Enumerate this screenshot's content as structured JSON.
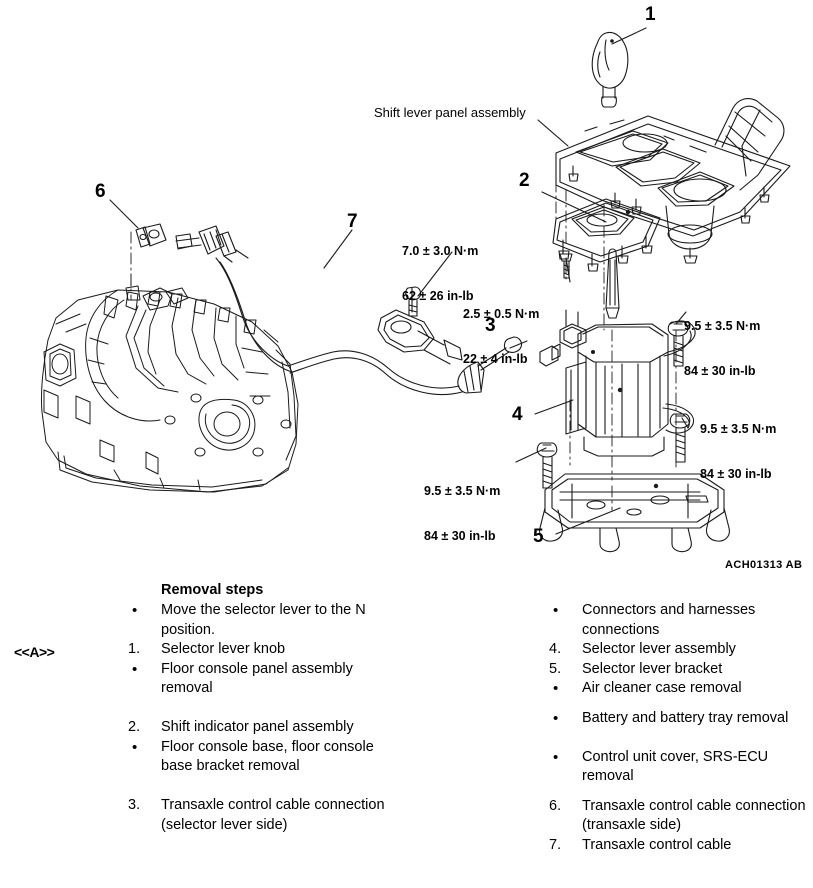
{
  "figure": {
    "drawing_id": "ACH01313 AB",
    "part_callout_label": "Shift lever panel assembly",
    "callouts": [
      {
        "id": "1",
        "label": "1"
      },
      {
        "id": "2",
        "label": "2"
      },
      {
        "id": "3",
        "label": "3"
      },
      {
        "id": "4",
        "label": "4"
      },
      {
        "id": "5",
        "label": "5"
      },
      {
        "id": "6",
        "label": "6"
      },
      {
        "id": "7",
        "label": "7"
      }
    ],
    "torque_specs": [
      {
        "id": "cable-bracket",
        "metric": "7.0 ± 3.0 N·m",
        "imperial": "62 ± 26 in-lb"
      },
      {
        "id": "shift-indicator-panel",
        "metric": "2.5 ± 0.5 N·m",
        "imperial": "22 ± 4 in-lb"
      },
      {
        "id": "lever-assembly-upper",
        "metric": "9.5 ± 3.5 N·m",
        "imperial": "84 ± 30 in-lb"
      },
      {
        "id": "lever-assembly-lower",
        "metric": "9.5 ± 3.5 N·m",
        "imperial": "84 ± 30 in-lb"
      },
      {
        "id": "lever-bracket",
        "metric": "9.5 ± 3.5 N·m",
        "imperial": "84 ± 30 in-lb"
      }
    ]
  },
  "steps": {
    "section_marker": "<<A>>",
    "title": "Removal steps",
    "left_column": [
      {
        "marker": "•",
        "marker_type": "bullet",
        "text": "Move the selector lever to the N position.",
        "gap": "none"
      },
      {
        "marker": "1.",
        "marker_type": "number",
        "text": "Selector lever knob",
        "gap": "none"
      },
      {
        "marker": "•",
        "marker_type": "bullet",
        "text": "Floor console panel assembly removal",
        "gap": "none"
      },
      {
        "marker": "2.",
        "marker_type": "number",
        "text": "Shift indicator panel assembly",
        "gap": "gap-1"
      },
      {
        "marker": "•",
        "marker_type": "bullet",
        "text": "Floor console base, floor console base bracket removal",
        "gap": "none"
      },
      {
        "marker": "3.",
        "marker_type": "number",
        "text": "Transaxle control cable connection (selector lever side)",
        "gap": "gap-1"
      }
    ],
    "right_column": [
      {
        "marker": "•",
        "marker_type": "bullet",
        "text": "Connectors and harnesses connections",
        "gap": "none"
      },
      {
        "marker": "4.",
        "marker_type": "number",
        "text": "Selector lever assembly",
        "gap": "none"
      },
      {
        "marker": "5.",
        "marker_type": "number",
        "text": "Selector lever bracket",
        "gap": "none"
      },
      {
        "marker": "•",
        "marker_type": "bullet",
        "text": "Air cleaner case removal",
        "gap": "none"
      },
      {
        "marker": "•",
        "marker_type": "bullet",
        "text": "Battery and battery tray removal",
        "gap": "gap-half"
      },
      {
        "marker": "•",
        "marker_type": "bullet",
        "text": "Control unit cover, SRS-ECU removal",
        "gap": "gap-1"
      },
      {
        "marker": "6.",
        "marker_type": "number",
        "text": "Transaxle control cable connection (transaxle side)",
        "gap": "gap-half"
      },
      {
        "marker": "7.",
        "marker_type": "number",
        "text": "Transaxle control cable",
        "gap": "none"
      }
    ]
  },
  "colors": {
    "line": "#1a1a1a",
    "text": "#000000",
    "background": "#ffffff"
  }
}
